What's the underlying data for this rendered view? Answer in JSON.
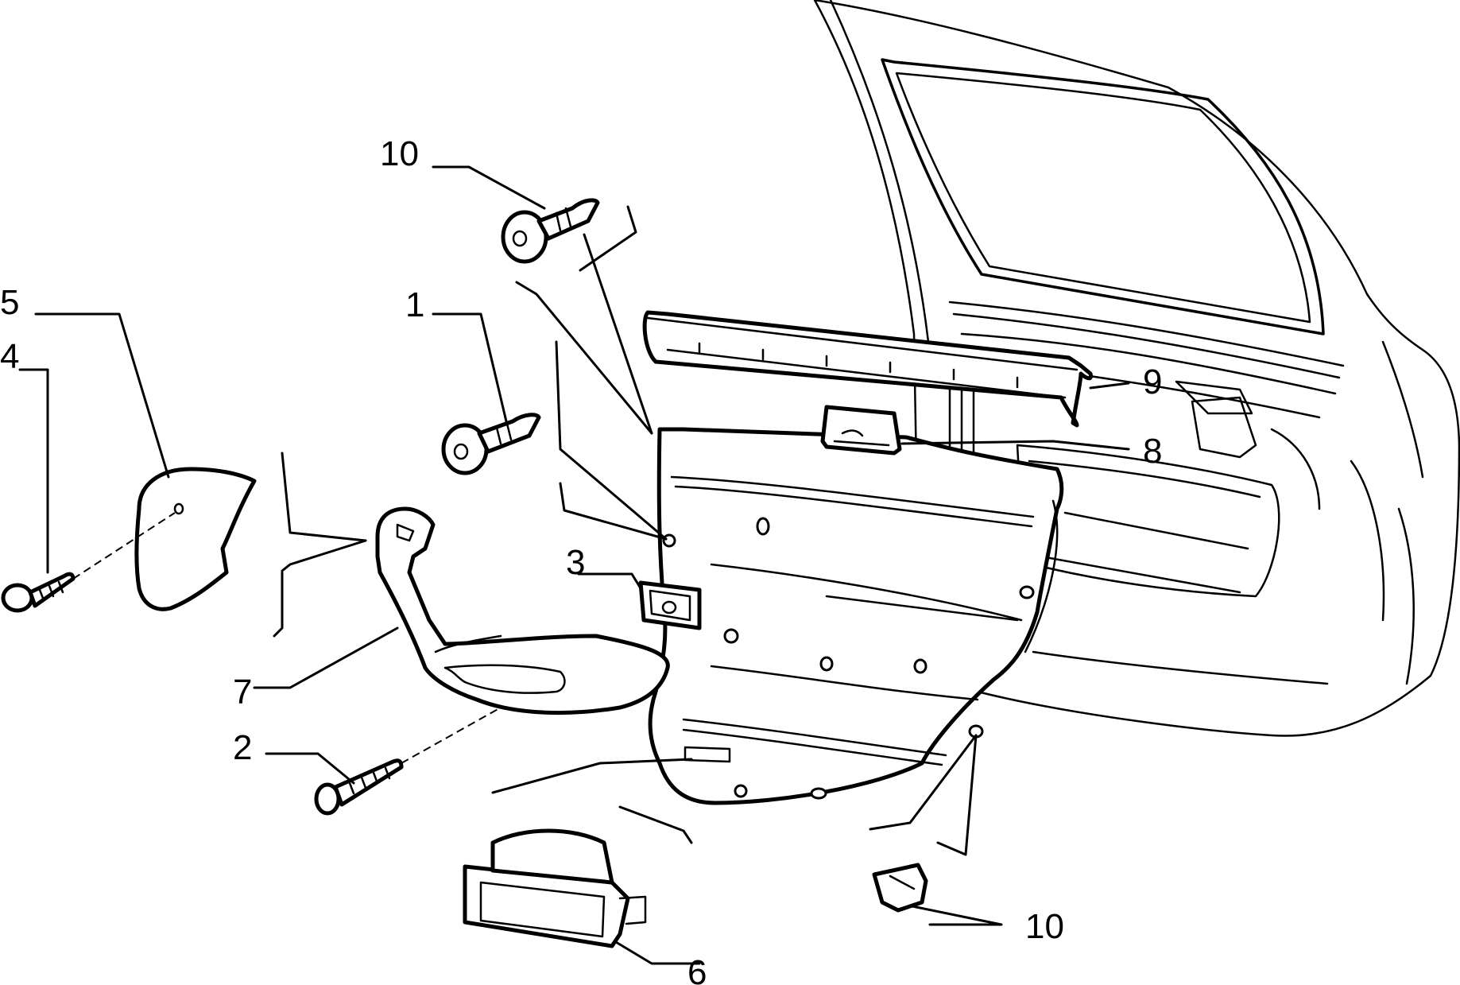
{
  "diagram": {
    "callouts": {
      "c1": "1",
      "c2": "2",
      "c3": "3",
      "c4": "4",
      "c5": "5",
      "c6": "6",
      "c7": "7",
      "c8": "8",
      "c9": "9",
      "c10_top": "10",
      "c10_bottom": "10"
    }
  }
}
